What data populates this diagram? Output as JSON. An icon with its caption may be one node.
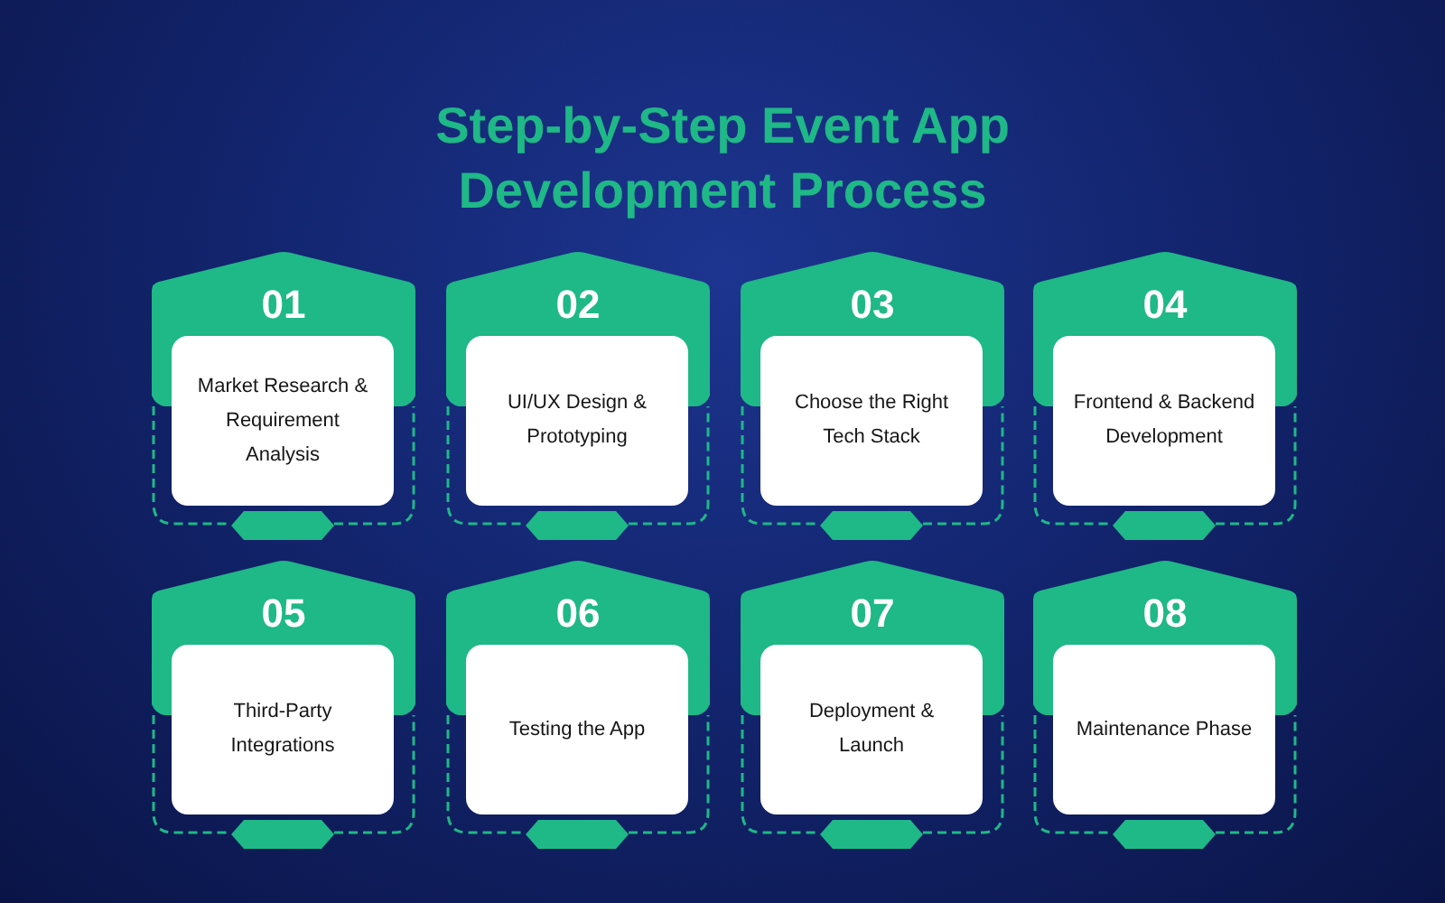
{
  "diagram": {
    "title": "Step-by-Step Event App Development Process",
    "nodes": [
      {
        "text": [
          "01",
          "Market Research & Requirement Analysis"
        ]
      },
      {
        "text": [
          "02",
          "UI/UX Design & Prototyping"
        ]
      },
      {
        "text": [
          "03",
          "Choose the Right Tech Stack"
        ]
      },
      {
        "text": [
          "04",
          "Frontend & Backend Development"
        ]
      },
      {
        "text": [
          "05",
          "Third-Party Integrations"
        ]
      },
      {
        "text": [
          "06",
          "Testing the App"
        ]
      },
      {
        "text": [
          "07",
          "Deployment & Launch"
        ]
      },
      {
        "text": [
          "08",
          "Maintenance Phase"
        ]
      }
    ]
  }
}
